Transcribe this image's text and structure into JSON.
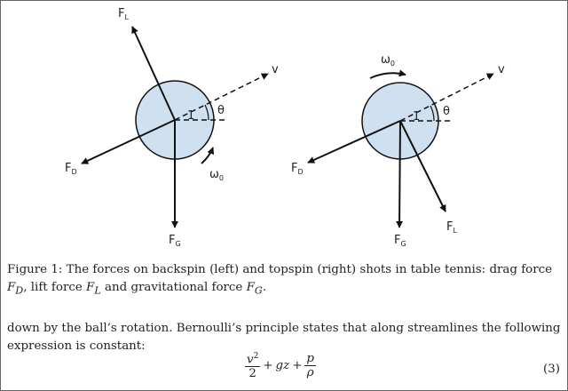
{
  "diagram": {
    "left": {
      "forces": {
        "lift": "F",
        "lift_sub": "L",
        "drag": "F",
        "drag_sub": "D",
        "gravity": "F",
        "gravity_sub": "G"
      },
      "velocity": "v",
      "angle": "θ",
      "angle_mark": "1",
      "spin": "ω",
      "spin_sub": "0"
    },
    "right": {
      "forces": {
        "lift": "F",
        "lift_sub": "L",
        "drag": "F",
        "drag_sub": "D",
        "gravity": "F",
        "gravity_sub": "G"
      },
      "velocity": "v",
      "angle": "θ",
      "angle_mark": "1",
      "spin": "ω",
      "spin_sub": "0"
    }
  },
  "caption": {
    "prefix": "Figure 1: The forces on backspin (left) and topspin (right) shots in table tennis: drag force ",
    "drag_symbol": "F",
    "drag_sub": "D",
    "mid1": ", lift force ",
    "lift_symbol": "F",
    "lift_sub": "L",
    "mid2": " and gravitational force ",
    "gravity_symbol": "F",
    "gravity_sub": "G",
    "suffix": "."
  },
  "body": {
    "text": "down by the ball’s rotation. Bernoulli’s principle states that along streamlines the following expression is constant:"
  },
  "equation": {
    "v_squared": "v",
    "power": "2",
    "two": "2",
    "plus1": "+",
    "gz": "gz",
    "plus2": "+",
    "p": "p",
    "rho": "ρ",
    "number": "(3)"
  }
}
